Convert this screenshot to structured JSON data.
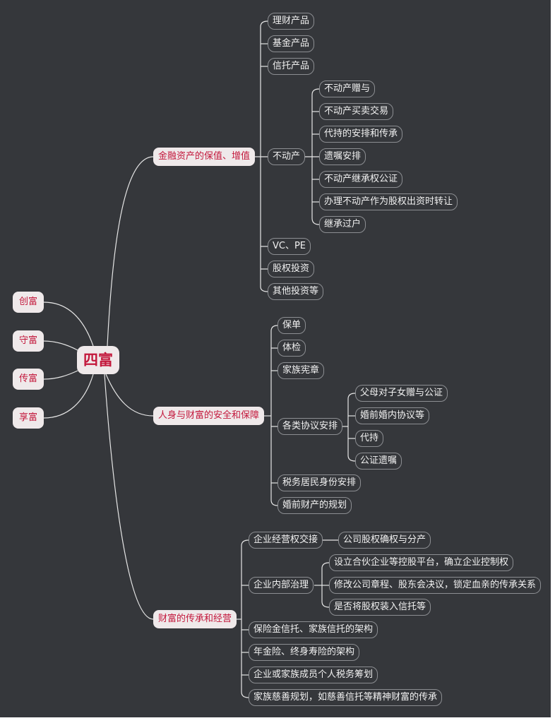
{
  "root": "四富",
  "left_items": [
    "创富",
    "守富",
    "传富",
    "享富"
  ],
  "branches": [
    {
      "label": "金融资产的保值、增值",
      "children": [
        {
          "label": "理财产品"
        },
        {
          "label": "基金产品"
        },
        {
          "label": "信托产品"
        },
        {
          "label": "不动产",
          "children": [
            "不动产赠与",
            "不动产买卖交易",
            "代持的安排和传承",
            "遗嘱安排",
            "不动产继承权公证",
            "办理不动产作为股权出资时转让",
            "继承过户"
          ]
        },
        {
          "label": "VC、PE"
        },
        {
          "label": "股权投资"
        },
        {
          "label": "其他投资等"
        }
      ]
    },
    {
      "label": "人身与财富的安全和保障",
      "children": [
        {
          "label": "保单"
        },
        {
          "label": "体检"
        },
        {
          "label": "家族宪章"
        },
        {
          "label": "各类协议安排",
          "children": [
            "父母对子女赠与公证",
            "婚前婚内协议等",
            "代持",
            "公证遗嘱"
          ]
        },
        {
          "label": "税务居民身份安排"
        },
        {
          "label": "婚前财产的规划"
        }
      ]
    },
    {
      "label": "财富的传承和经营",
      "children": [
        {
          "label": "企业经营权交接",
          "children": [
            "公司股权确权与分产"
          ]
        },
        {
          "label": "企业内部治理",
          "children": [
            "设立合伙企业等控股平台，确立企业控制权",
            "修改公司章程、股东会决议，锁定血亲的传承关系",
            "是否将股权装入信托等"
          ]
        },
        {
          "label": "保险金信托、家族信托的架构"
        },
        {
          "label": "年金险、终身寿险的架构"
        },
        {
          "label": "企业或家族成员个人税务筹划"
        },
        {
          "label": "家族慈善规划，如慈善信托等精神财富的传承"
        }
      ]
    }
  ]
}
